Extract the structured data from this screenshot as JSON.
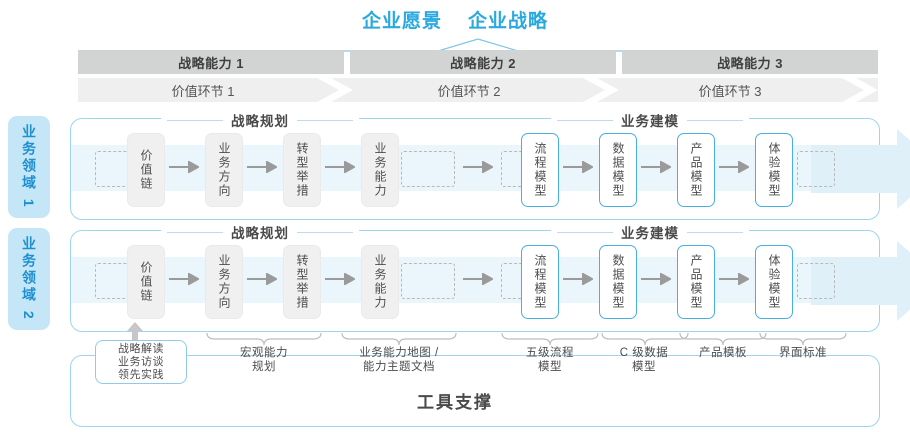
{
  "header": {
    "titles": [
      "企业愿景",
      "企业战略"
    ],
    "accent_color": "#2aa9e0"
  },
  "capability_bars": [
    {
      "label": "战略能力 1"
    },
    {
      "label": "战略能力 2"
    },
    {
      "label": "战略能力 3"
    }
  ],
  "value_chain_bar": [
    {
      "label": "价值环节 1"
    },
    {
      "label": "价值环节 2"
    },
    {
      "label": "价值环节 3"
    }
  ],
  "domain_labels": [
    "业务领域 1",
    "业务领域 2"
  ],
  "section_titles": {
    "left": "战略规划",
    "right": "业务建模"
  },
  "nodes": {
    "gray": [
      "价值链",
      "业务方向",
      "转型举措",
      "业务能力"
    ],
    "blue": [
      "流程模型",
      "数据模型",
      "产品模型",
      "体验模型"
    ]
  },
  "annotations": {
    "box": [
      "战略解读",
      "业务访谈",
      "领先实践"
    ],
    "labels": [
      {
        "line1": "宏观能力",
        "line2": "规划"
      },
      {
        "line1": "业务能力地图 /",
        "line2": "能力主题文档"
      },
      {
        "line1": "五级流程",
        "line2": "模型"
      },
      {
        "line1": "C 级数据",
        "line2": "模型"
      },
      {
        "line1": "产品模板",
        "line2": ""
      },
      {
        "line1": "界面标准",
        "line2": ""
      }
    ]
  },
  "footer": {
    "title": "工具支撑"
  },
  "colors": {
    "blue": "#2aa9e0",
    "bar_gray": "#d2d3d3",
    "value_gray": "#efefef",
    "band_blue": "#eaf6fc",
    "node_blue_border": "#4aaee0"
  }
}
